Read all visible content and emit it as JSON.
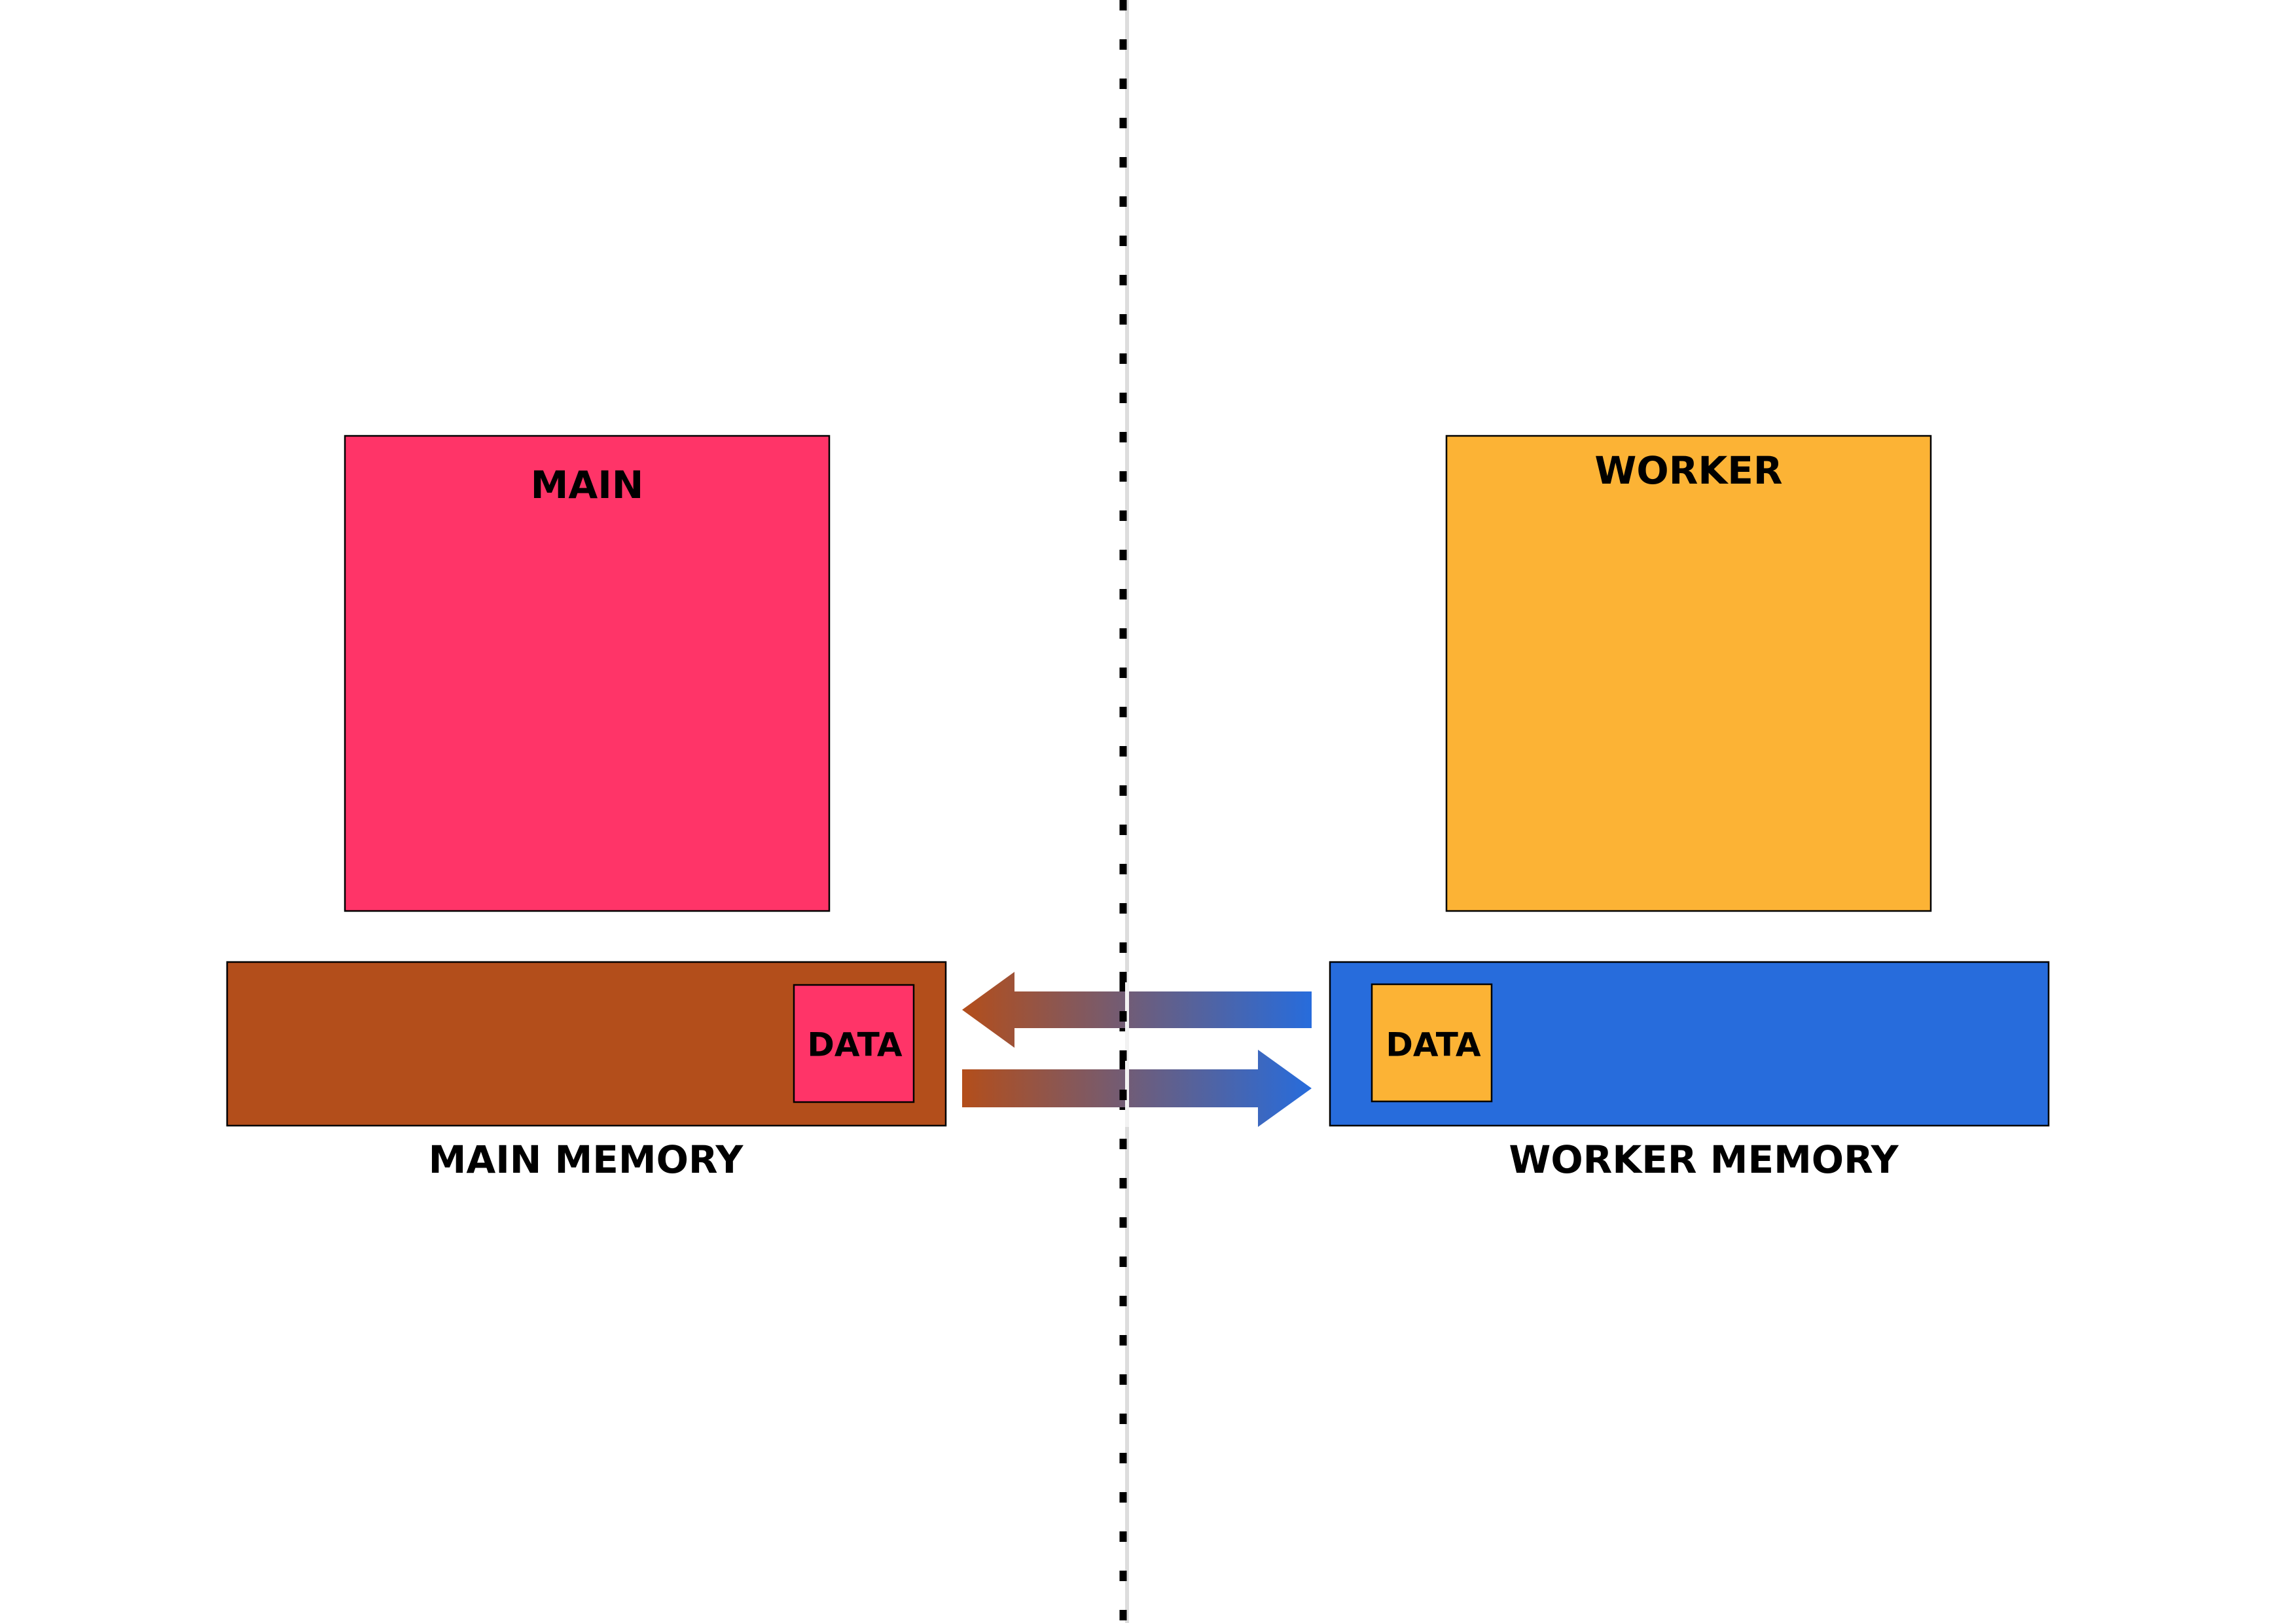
{
  "colors": {
    "main": "#ff3468",
    "worker": "#fcb335",
    "main_memory": "#b34e1b",
    "worker_memory": "#276cdc",
    "divider": "#000000",
    "divider_shadow": "#dddddd"
  },
  "main": {
    "title": "MAIN"
  },
  "worker": {
    "title": "WORKER"
  },
  "main_memory": {
    "label": "MAIN MEMORY",
    "data_label": "DATA"
  },
  "worker_memory": {
    "label": "WORKER MEMORY",
    "data_label": "DATA"
  }
}
